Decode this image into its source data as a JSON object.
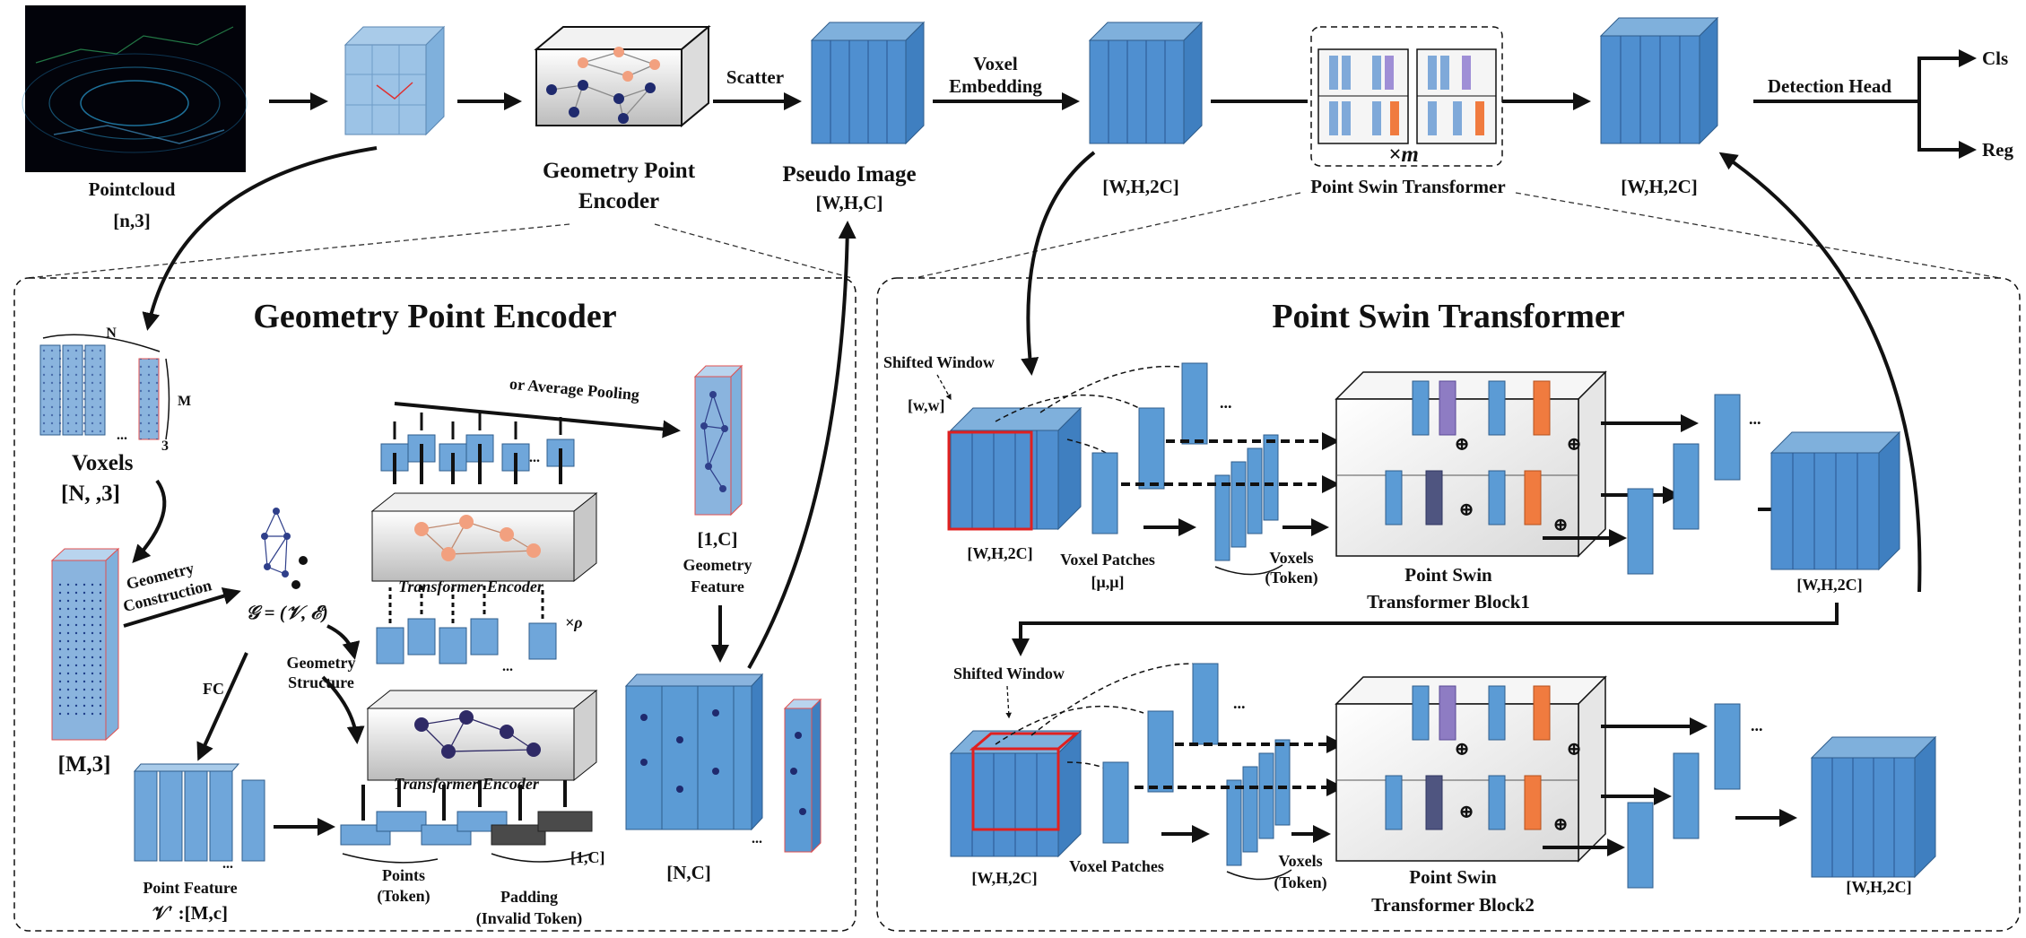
{
  "top_row": {
    "pointcloud_label": "Pointcloud",
    "pointcloud_shape": "[n,3]",
    "gpe_label_line1": "Geometry Point",
    "gpe_label_line2": "Encoder",
    "scatter_label": "Scatter",
    "pseudo_image_label": "Pseudo Image",
    "pseudo_image_shape": "[W,H,C]",
    "voxel_embedding_line1": "Voxel",
    "voxel_embedding_line2": "Embedding",
    "emb_shape": "[W,H,2C]",
    "pst_label": "Point Swin Transformer",
    "repeat_label": "×m",
    "out_shape": "[W,H,2C]",
    "detection_head_label": "Detection Head",
    "cls_label": "Cls",
    "reg_label": "Reg"
  },
  "gpe_panel": {
    "title": "Geometry Point Encoder",
    "voxels_n": "N",
    "voxels_m": "M",
    "voxels_three": "3",
    "voxels_label": "Voxels",
    "voxels_shape": "[N,    ,3]",
    "geometry_construction_line1": "Geometry",
    "geometry_construction_line2": "Construction",
    "graph_formula": "𝒢 = (𝒱, ℰ)",
    "geometry_structure_line1": "Geometry",
    "geometry_structure_line2": "Structure",
    "m3_label": "[M,3]",
    "fc_label": "FC",
    "point_feature_label": "Point Feature",
    "point_feature_shape": "𝒱′ :[M,c]",
    "points_token_line1": "Points",
    "points_token_line2": "(Token)",
    "padding_line1": "Padding",
    "padding_line2": "(Invalid Token)",
    "pad_shape": "[1,C]",
    "transformer_encoder_label": "Transformer Encoder",
    "rho_label": "×ρ",
    "pooling_label": "or Average Pooling",
    "geom_feature_shape": "[1,C]",
    "geom_feature_line1": "Geometry",
    "geom_feature_line2": "Feature",
    "nc_label": "[N,C]",
    "dots": "..."
  },
  "pst_panel": {
    "title": "Point Swin Transformer",
    "shifted_window_label": "Shifted Window",
    "window_size_label": "[w,w]",
    "in_shape": "[W,H,2C]",
    "voxel_patches_label": "Voxel Patches",
    "patch_size_label": "[μ,μ]",
    "voxels_token_line1": "Voxels",
    "voxels_token_line2": "(Token)",
    "block1_line1": "Point Swin",
    "block1_line2": "Transformer Block1",
    "block_out_shape": "[W,H,2C]",
    "shifted_window_label2": "Shifted Window",
    "in_shape2": "[W,H,2C]",
    "voxel_patches_label2": "Voxel Patches",
    "voxels_token2_line1": "Voxels",
    "voxels_token2_line2": "(Token)",
    "block2_line1": "Point Swin",
    "block2_line2": "Transformer Block2",
    "final_shape": "[W,H,2C]",
    "plus_symbol": "⊕",
    "dots": "..."
  },
  "colors": {
    "voxel_blue": "#5b9bd5",
    "voxel_dark": "#2f5d8c",
    "attention_orange": "#f07b3f",
    "attention_purple": "#8e7cc3",
    "padding_gray": "#4a4a4a",
    "window_red": "#e02020"
  }
}
